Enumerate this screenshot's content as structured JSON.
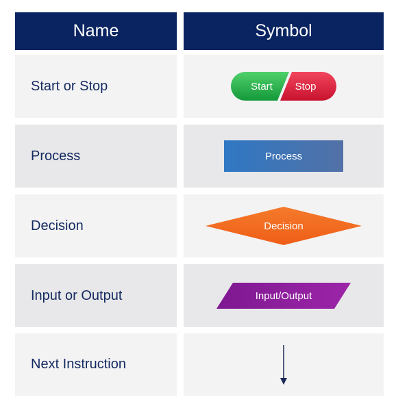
{
  "table": {
    "header": {
      "name_label": "Name",
      "symbol_label": "Symbol"
    },
    "rows": [
      {
        "name": "Start or Stop",
        "symbol": "start-stop-terminator",
        "start_label": "Start",
        "stop_label": "Stop"
      },
      {
        "name": "Process",
        "symbol": "process-rectangle",
        "label": "Process"
      },
      {
        "name": "Decision",
        "symbol": "decision-diamond",
        "label": "Decision"
      },
      {
        "name": "Input or Output",
        "symbol": "input-output-parallelogram",
        "label": "Input/Output"
      },
      {
        "name": "Next Instruction",
        "symbol": "down-arrow"
      }
    ]
  },
  "colors": {
    "header_bg": "#0a2461",
    "name_text": "#13295f",
    "start_green": "#22b24c",
    "stop_red": "#e01e3c",
    "process_blue": "#2f78c4",
    "decision_orange": "#f26a21",
    "io_purple": "#8b1a9a",
    "arrow": "#1a2a55"
  }
}
